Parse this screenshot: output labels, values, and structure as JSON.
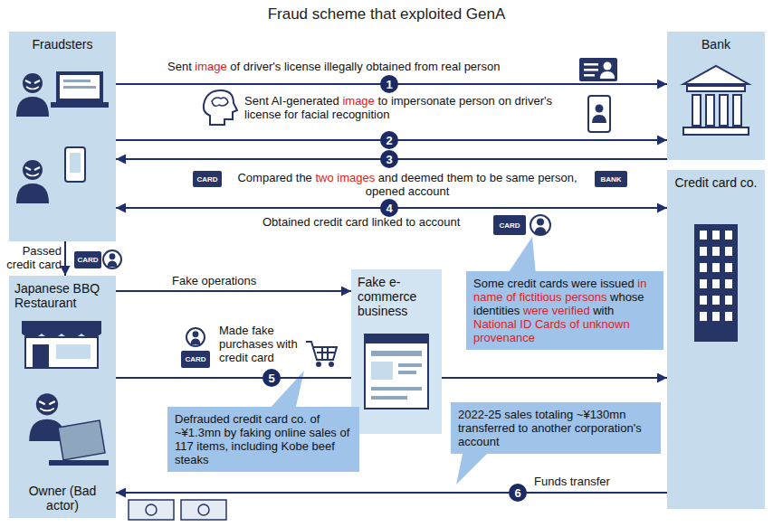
{
  "diagram": {
    "title": "Fraud scheme that exploited GenA",
    "nodes": [
      {
        "text": [
          "Fraudsters"
        ]
      },
      {
        "text": [
          "Bank"
        ]
      },
      {
        "text": [
          "Credit card co."
        ]
      },
      {
        "text": [
          "Japanese BBQ Restaurant",
          "Owner (Bad actor)"
        ]
      },
      {
        "text": [
          "Fake e-commerce business"
        ]
      },
      {
        "text": [
          "Some credit cards were issued in name of fictitious persons whose identities were verified with National ID Cards of unknown provenance"
        ]
      },
      {
        "text": [
          "Defrauded credit card co. of ~¥1.3mn by faking online sales of 117 items, including Kobe beef steaks"
        ]
      },
      {
        "text": [
          "2022-25 sales totaling ~¥130mn transferred to another corporation's account"
        ]
      }
    ],
    "edges": [
      {
        "from": 0,
        "to": 1,
        "arrow": "to",
        "label": "Sent image of driver's license illegally obtained from real person"
      },
      {
        "from": 0,
        "to": 1,
        "arrow": "to",
        "label": "Sent AI-generated image to impersonate person on driver's license for facial recognition"
      },
      {
        "from": 1,
        "to": 0,
        "arrow": "to",
        "label": "Compared the two images and deemed them to be same person, opened account"
      },
      {
        "from": 0,
        "to": 2,
        "arrow": "both",
        "label": "Obtained credit card linked to account"
      },
      {
        "from": 0,
        "to": 3,
        "arrow": "to",
        "label": "Passed credit card"
      },
      {
        "from": 3,
        "to": 4,
        "arrow": "to",
        "label": "Fake operations"
      },
      {
        "from": 3,
        "to": 2,
        "arrow": "to",
        "label": "Made fake purchases with credit card"
      },
      {
        "from": 2,
        "to": 3,
        "arrow": "to",
        "label": "Funds transfer"
      }
    ],
    "labels": [
      "1",
      "2",
      "3",
      "4",
      "5",
      "6",
      "CARD",
      "BANK",
      "CARD",
      "CARD",
      "CARD"
    ]
  }
}
